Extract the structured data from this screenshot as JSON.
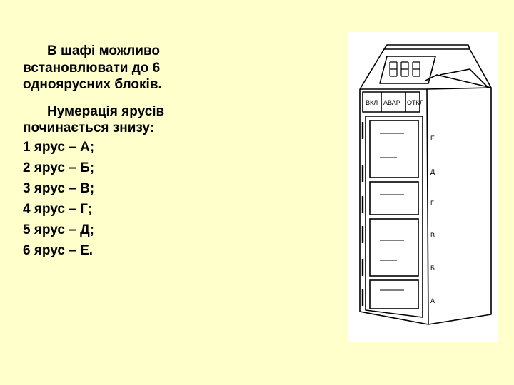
{
  "intro": {
    "line1": "В шафі можливо",
    "line2": "встановлювати до 6",
    "line3": "одноярусних блоків."
  },
  "numbering": {
    "line1": "Нумерація ярусів",
    "line2": "починається знизу:"
  },
  "tiers": [
    "1 ярус – А;",
    "2 ярус – Б;",
    "3 ярус – В;",
    "4 ярус – Г;",
    "5 ярус – Д;",
    "6 ярус – Е."
  ],
  "cabinet": {
    "panel_labels": [
      "ВКЛ",
      "АВАР",
      "ОТКЛ"
    ],
    "tier_letters": [
      "Е",
      "Д",
      "Г",
      "В",
      "Б",
      "А"
    ],
    "colors": {
      "background": "#ffffcc",
      "figure_bg": "#ffffff",
      "ink": "#000000"
    }
  }
}
